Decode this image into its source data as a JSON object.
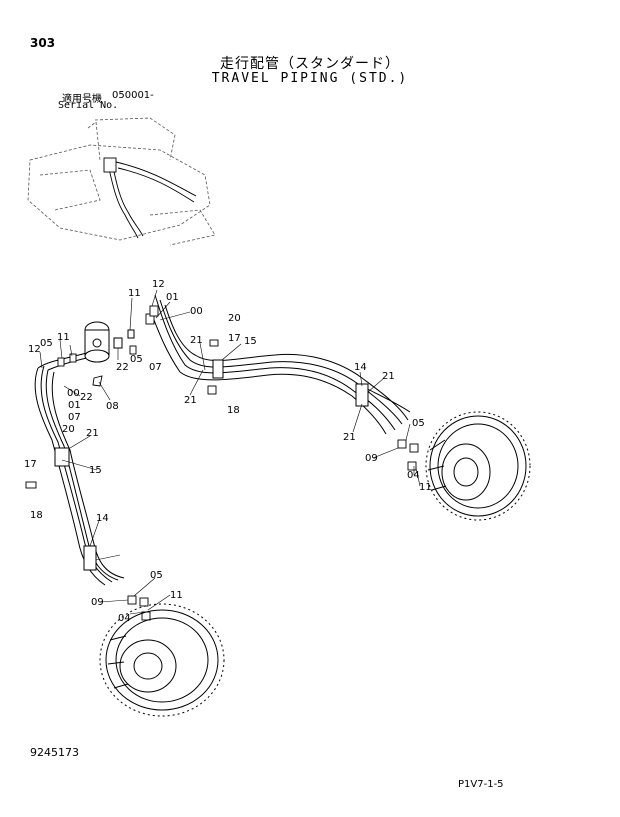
{
  "header": {
    "page_number": "303",
    "title_jp": "走行配管（スタンダード）",
    "title_en": "TRAVEL PIPING (STD.)",
    "serial_label_jp": "適用号機",
    "serial_value": "050001-",
    "serial_label_en": "Serial No."
  },
  "footer": {
    "doc_number": "9245173",
    "page_code": "P1V7-1-5"
  },
  "callouts": {
    "c12a": "12",
    "c11a": "11",
    "c01a": "01",
    "c00a": "00",
    "c20a": "20",
    "c17a": "17",
    "c15a": "15",
    "c21a": "21",
    "c05a": "05",
    "c11b": "11",
    "c12b": "12",
    "c22a": "22",
    "c07a": "07",
    "c05b": "05",
    "c22b": "22",
    "c00b": "00",
    "c08": "08",
    "c01b": "01",
    "c07b": "07",
    "c20b": "20",
    "c21b": "21",
    "c18a": "18",
    "c14a": "14",
    "c21c": "21",
    "c21d": "21",
    "c05c": "05",
    "c09a": "09",
    "c04a": "04",
    "c11c": "11",
    "c17b": "17",
    "c15b": "15",
    "c18b": "18",
    "c14b": "14",
    "c21e": "21",
    "c05d": "05",
    "c09b": "09",
    "c11d": "11",
    "c04b": "04"
  }
}
